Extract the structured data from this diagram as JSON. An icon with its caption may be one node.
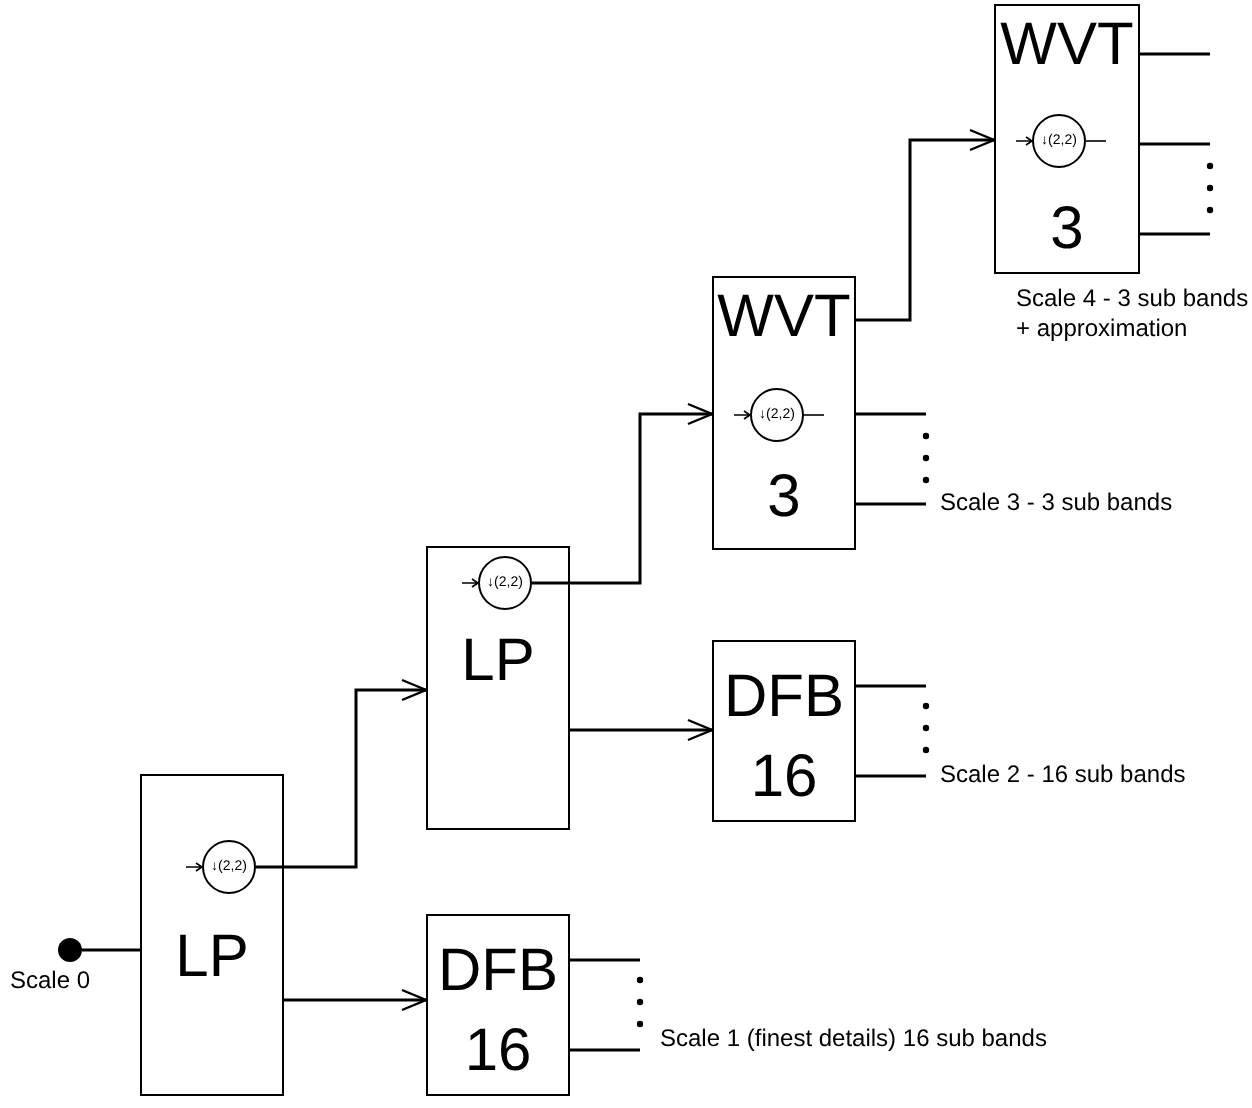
{
  "diagram": {
    "nodes": [
      {
        "text": [],
        "shape": "circle",
        "beside": [
          "Scale 0"
        ]
      },
      {
        "text": [
          "LP"
        ]
      },
      {
        "text": [
          "↓(2,2)"
        ],
        "in": 1
      },
      {
        "text": [
          "DFB",
          "16"
        ],
        "beside": [
          "Scale 1 (finest details) 16 sub bands"
        ]
      },
      {
        "text": [
          "LP"
        ]
      },
      {
        "text": [
          "↓(2,2)"
        ],
        "in": 4
      },
      {
        "text": [
          "DFB",
          "16"
        ],
        "beside": [
          "Scale 2 - 16 sub bands"
        ]
      },
      {
        "text": [
          "WVT",
          "3"
        ],
        "beside": [
          "Scale 3 - 3 sub bands"
        ]
      },
      {
        "text": [
          "↓(2,2)"
        ],
        "in": 7
      },
      {
        "text": [
          "WVT",
          "3"
        ],
        "beside": [
          "Scale 4 - 3 sub bands + approximation"
        ]
      },
      {
        "text": [
          "↓(2,2)"
        ],
        "in": 9
      }
    ],
    "edges": [
      {
        "from": 0,
        "to": 1,
        "arrow": "none"
      },
      {
        "from": 1,
        "to": 3,
        "arrow": "to"
      },
      {
        "from": 2,
        "to": 4,
        "arrow": "to"
      },
      {
        "from": 4,
        "to": 6,
        "arrow": "to"
      },
      {
        "from": 5,
        "to": 7,
        "arrow": "to"
      },
      {
        "from": 7,
        "to": 9,
        "arrow": "to"
      },
      {
        "from": 3,
        "to": null,
        "arrow": "none"
      },
      {
        "from": 3,
        "to": null,
        "arrow": "none"
      },
      {
        "from": 6,
        "to": null,
        "arrow": "none"
      },
      {
        "from": 6,
        "to": null,
        "arrow": "none"
      },
      {
        "from": 7,
        "to": null,
        "arrow": "none"
      },
      {
        "from": 7,
        "to": null,
        "arrow": "none"
      },
      {
        "from": 9,
        "to": null,
        "arrow": "none"
      },
      {
        "from": 9,
        "to": null,
        "arrow": "none"
      },
      {
        "from": 9,
        "to": null,
        "arrow": "none"
      }
    ]
  }
}
